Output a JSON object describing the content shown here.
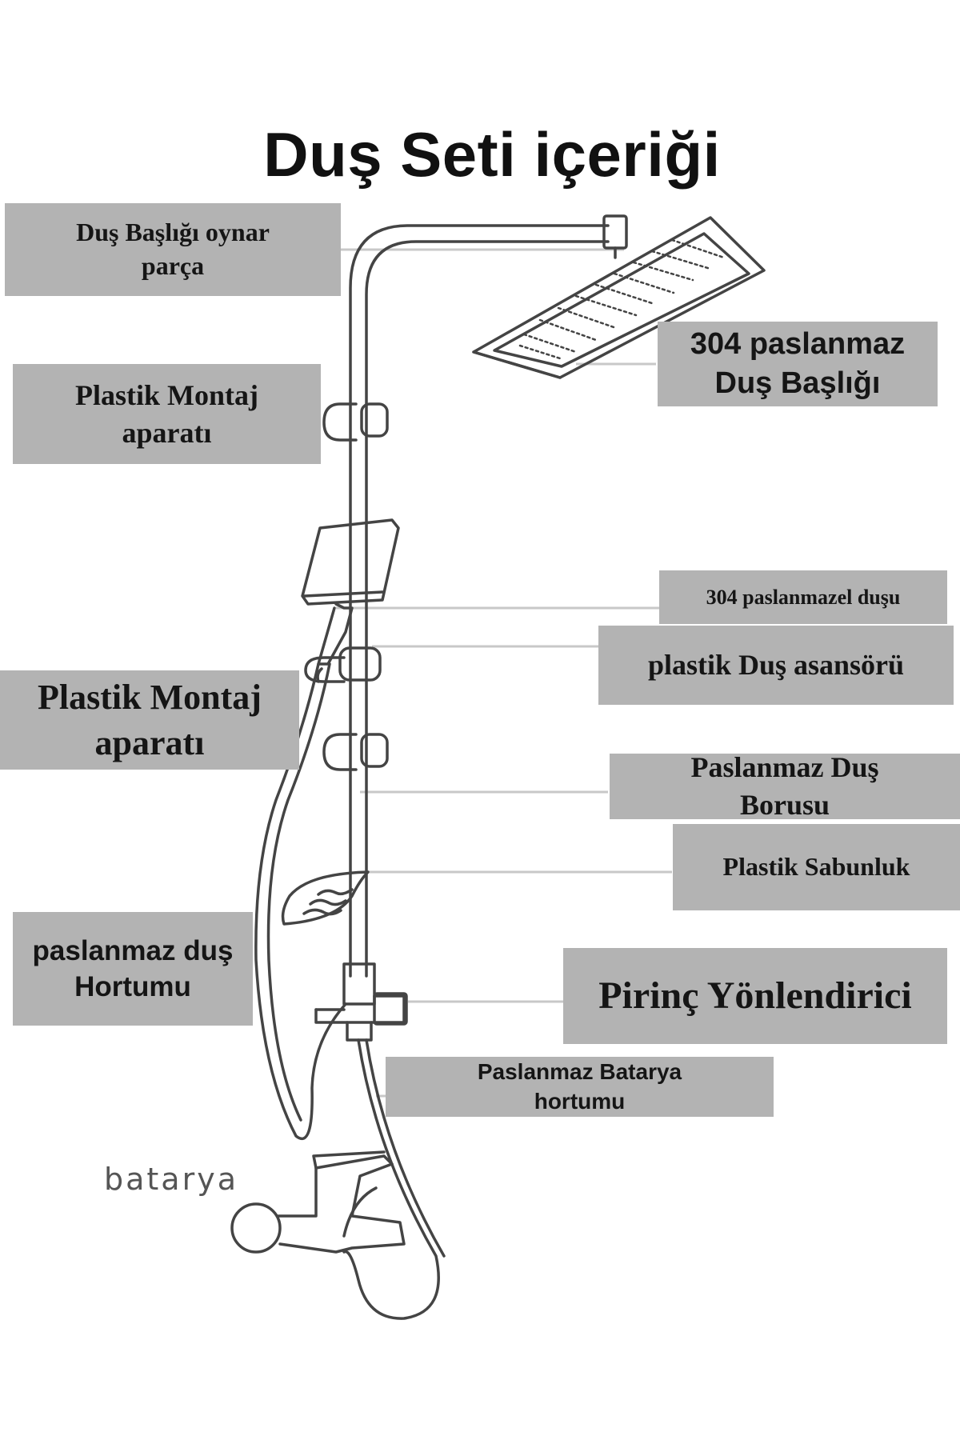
{
  "title": "Duş Seti içeriği",
  "labels": {
    "head_joint": "Duş Başlığı oynar\nparça",
    "mount_top": "Plastik Montaj\naparatı",
    "head": "304 paslanmaz\nDuş Başlığı",
    "hand_shower": "304 paslanmazel duşu",
    "lift": "plastik Duş asansörü",
    "mount_bottom": "Plastik Montaj\naparatı",
    "pipe": "Paslanmaz Duş\nBorusu",
    "soap": "Plastik Sabunluk",
    "hose": "paslanmaz duş\nHortumu",
    "diverter": "Pirinç Yönlendirici",
    "faucet_hose": "Paslanmaz Batarya\nhortumu"
  },
  "drawing_caption": "batarya",
  "colors": {
    "label_bg": "#b3b3b3",
    "line": "#444444",
    "leader": "#c8c8c8"
  }
}
